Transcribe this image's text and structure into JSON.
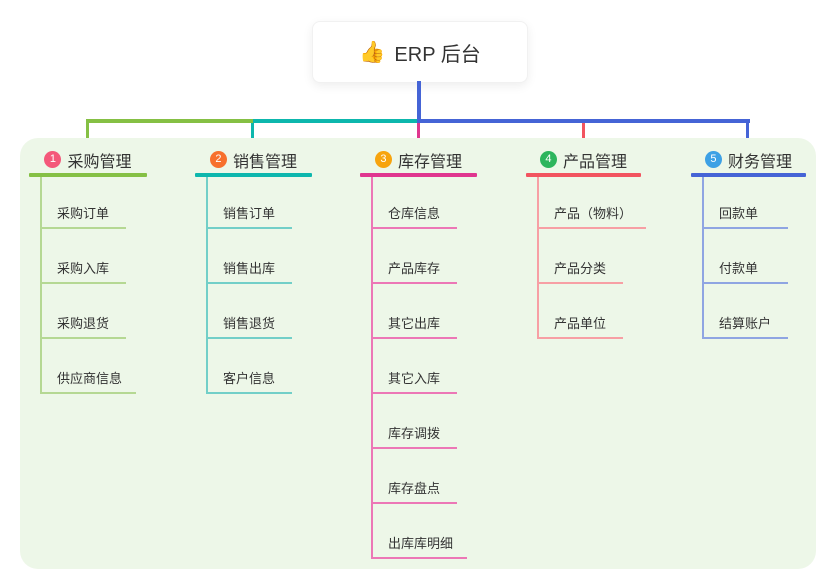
{
  "root": {
    "icon": "👍",
    "label": "ERP 后台"
  },
  "connector": {
    "root_line_color": "#4564d6",
    "segments": [
      {
        "name": "green",
        "color": "#85c044"
      },
      {
        "name": "teal",
        "color": "#0db7ad"
      },
      {
        "name": "blue",
        "color": "#4564d6"
      },
      {
        "name": "magenta",
        "color": "#e0368f"
      },
      {
        "name": "red",
        "color": "#f2545f"
      }
    ]
  },
  "panel": {
    "background": "#edf7e8"
  },
  "branches": [
    {
      "num": "1",
      "title": "采购管理",
      "badge_color": "#f4587a",
      "line_color": "#85c044",
      "thin_color": "#b5d893",
      "items": [
        "采购订单",
        "采购入库",
        "采购退货",
        "供应商信息"
      ]
    },
    {
      "num": "2",
      "title": "销售管理",
      "badge_color": "#f7702d",
      "line_color": "#0db7ad",
      "thin_color": "#72cfc8",
      "items": [
        "销售订单",
        "销售出库",
        "销售退货",
        "客户信息"
      ]
    },
    {
      "num": "3",
      "title": "库存管理",
      "badge_color": "#f7a40e",
      "line_color": "#e0368f",
      "thin_color": "#ec77b6",
      "items": [
        "仓库信息",
        "产品库存",
        "其它出库",
        "其它入库",
        "库存调拨",
        "库存盘点",
        "出库库明细"
      ]
    },
    {
      "num": "4",
      "title": "产品管理",
      "badge_color": "#2db55d",
      "line_color": "#f2545f",
      "thin_color": "#f79fa4",
      "items": [
        "产品（物料）",
        "产品分类",
        "产品单位"
      ]
    },
    {
      "num": "5",
      "title": "财务管理",
      "badge_color": "#3da1e5",
      "line_color": "#4564d6",
      "thin_color": "#8fa5e2",
      "items": [
        "回款单",
        "付款单",
        "结算账户"
      ]
    }
  ]
}
